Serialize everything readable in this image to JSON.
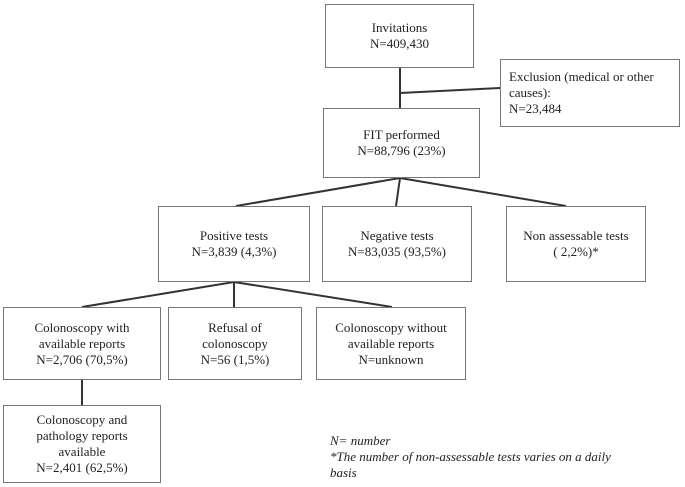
{
  "boxes": {
    "invitations": {
      "line1": "Invitations",
      "line2": "N=409,430"
    },
    "exclusion": {
      "line1": "Exclusion (medical or other",
      "line2": "causes):",
      "line3": "N=23,484"
    },
    "fit": {
      "line1": "FIT performed",
      "line2": "N=88,796 (23%)"
    },
    "positive": {
      "line1": "Positive tests",
      "line2": "N=3,839 (4,3%)"
    },
    "negative": {
      "line1": "Negative tests",
      "line2": "N=83,035 (93,5%)"
    },
    "nonassessable": {
      "line1": "Non assessable tests",
      "line2": "( 2,2%)*"
    },
    "colo_with": {
      "line1": "Colonoscopy with",
      "line2": "available reports",
      "line3": "N=2,706 (70,5%)"
    },
    "refusal": {
      "line1": "Refusal of",
      "line2": "colonoscopy",
      "line3": "N=56 (1,5%)"
    },
    "colo_without": {
      "line1": "Colonoscopy without",
      "line2": "available reports",
      "line3": "N=unknown"
    },
    "colo_patho": {
      "line1": "Colonoscopy and",
      "line2": "pathology reports",
      "line3": "available",
      "line4": "N=2,401 (62,5%)"
    }
  },
  "notes": {
    "n_def": "N= number",
    "footnote_line1": "*The number of non-assessable tests varies on a daily",
    "footnote_line2": "basis"
  }
}
